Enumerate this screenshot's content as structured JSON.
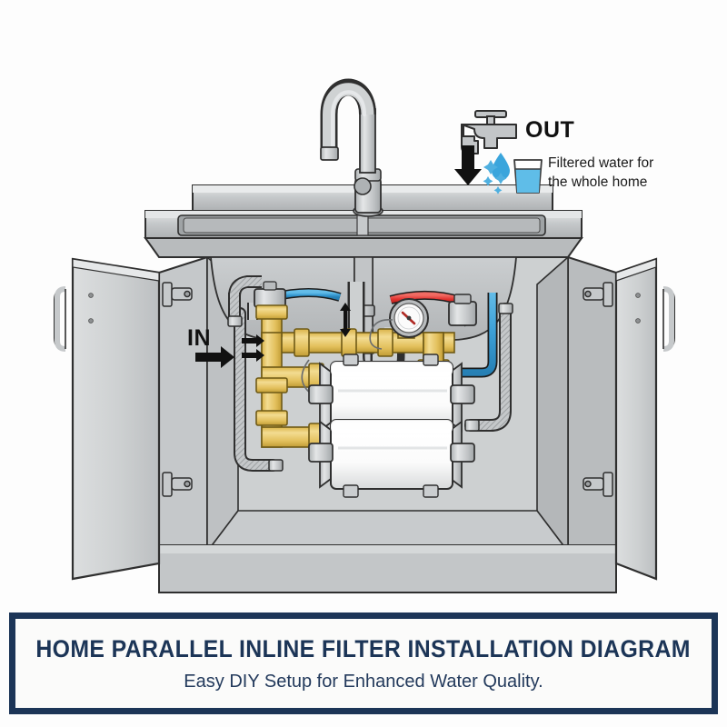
{
  "banner": {
    "title": "HOME PARALLEL INLINE FILTER INSTALLATION DIAGRAM",
    "subtitle": "Easy DIY Setup for Enhanced Water Quality.",
    "border_color": "#1c3557",
    "text_color": "#1c3557",
    "background": "#fbfbfa"
  },
  "callouts": {
    "outlet": {
      "label": "OUT",
      "caption": "Filtered water for the whole home",
      "caption_line1": "Filtered water for",
      "caption_line2": "the whole home",
      "icon": "faucet-icon",
      "drop_icon": "water-drop-icon",
      "sparkle_icon": "sparkle-icon",
      "glass_icon": "water-glass-icon",
      "arrow_icon": "arrow-down-icon",
      "accent_color": "#3aa5dc"
    },
    "inlet": {
      "label": "IN",
      "arrow_icon": "arrow-right-icon",
      "flow_arrows_icon": "double-arrow-right-icon"
    },
    "adjust": {
      "icon": "arrow-up-down-icon"
    }
  },
  "scene": {
    "title": "under-sink parallel inline water filter installation",
    "colors": {
      "cabinet_face": "#d2d4d5",
      "cabinet_shade": "#bcbfc1",
      "cabinet_dark": "#a9acae",
      "cabinet_interior": "#c6c8ca",
      "sink_metal": "#c9cccd",
      "sink_light": "#e2e4e5",
      "pipe_gray": "#c3c6c8",
      "brass": "#e8c86a",
      "brass_dark": "#c9a63f",
      "filter_white": "#fdfdfd",
      "cold_line": "#3c9fd6",
      "hot_line": "#e0312e",
      "outline": "#2a2a2a"
    },
    "components": [
      {
        "name": "faucet",
        "label": "gooseneck kitchen faucet"
      },
      {
        "name": "sink",
        "label": "stainless double-bowl sink"
      },
      {
        "name": "countertop",
        "label": "countertop with backsplash"
      },
      {
        "name": "cabinet-door-left",
        "label": "open cabinet door left"
      },
      {
        "name": "cabinet-door-right",
        "label": "open cabinet door right"
      },
      {
        "name": "cabinet-base",
        "label": "cabinet toe-kick base"
      },
      {
        "name": "filter-housing-top",
        "label": "inline filter housing (stage 1)"
      },
      {
        "name": "filter-housing-bottom",
        "label": "inline filter housing (stage 2)"
      },
      {
        "name": "brass-manifold",
        "label": "brass parallel manifold with tees"
      },
      {
        "name": "pressure-gauge",
        "label": "pressure gauge"
      },
      {
        "name": "cold-supply-line",
        "label": "cold water supply line"
      },
      {
        "name": "hot-supply-line",
        "label": "hot water supply line"
      },
      {
        "name": "drain-trap",
        "label": "sink drain P-trap"
      },
      {
        "name": "inlet-flex-line",
        "label": "braided inlet flex line"
      },
      {
        "name": "outlet-flex-line",
        "label": "braided outlet flex line"
      },
      {
        "name": "shutoff-valve",
        "label": "inlet shutoff valve"
      }
    ]
  }
}
